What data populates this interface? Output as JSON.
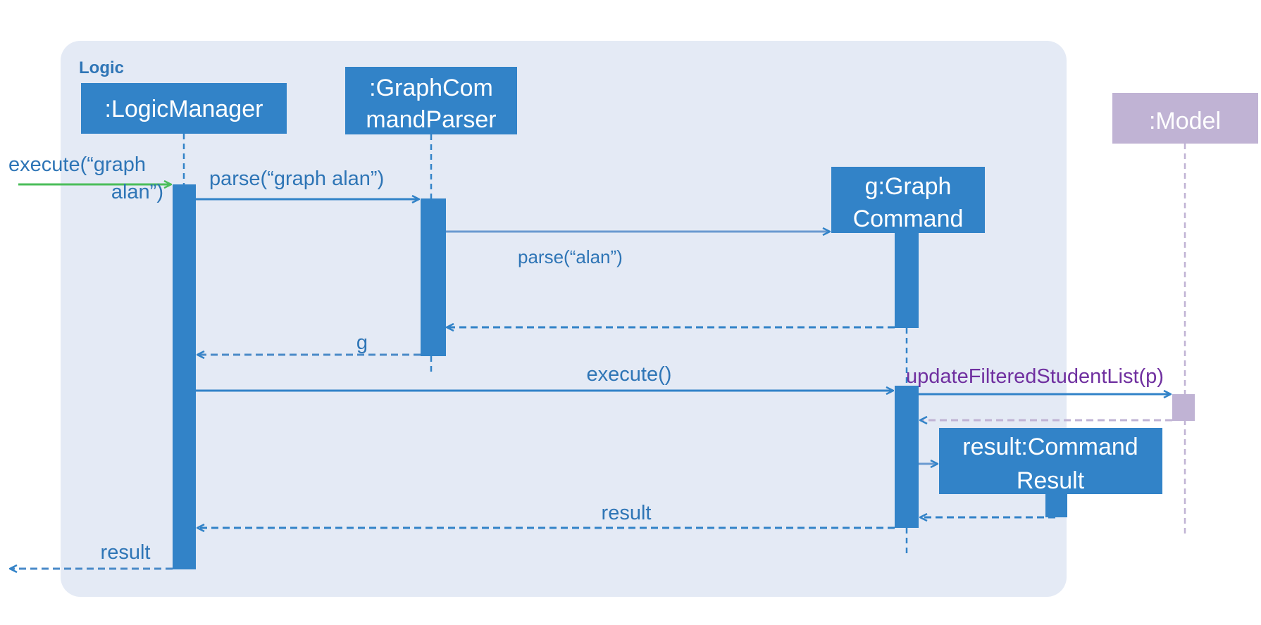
{
  "colors": {
    "frame_fill": "#E4EAF5",
    "logic_blue": "#3283C8",
    "label_blue": "#2E75B6",
    "return_arrow": "#4A8AC8",
    "model_purple": "#C0B3D4",
    "purple_text": "#7030A0",
    "green_arrow": "#4BBE5A",
    "white": "#FFFFFF"
  },
  "frame": {
    "title": "Logic"
  },
  "participants": {
    "logic_manager": ":LogicManager",
    "parser_line1": ":GraphCom",
    "parser_line2": "mandParser",
    "graph_command_line1": "g:Graph",
    "graph_command_line2": "Command",
    "model": ":Model",
    "result_line1": "result:Command",
    "result_line2": "Result"
  },
  "messages": {
    "execute_in_line1": "execute(“graph",
    "execute_in_line2": "alan”)",
    "parse_graph_alan": "parse(“graph alan”)",
    "parse_alan": "parse(“alan”)",
    "return_g": "g",
    "execute": "execute()",
    "update_filtered": "updateFilteredStudentList(p)",
    "return_result_inner": "result",
    "return_result_outer": "result"
  }
}
